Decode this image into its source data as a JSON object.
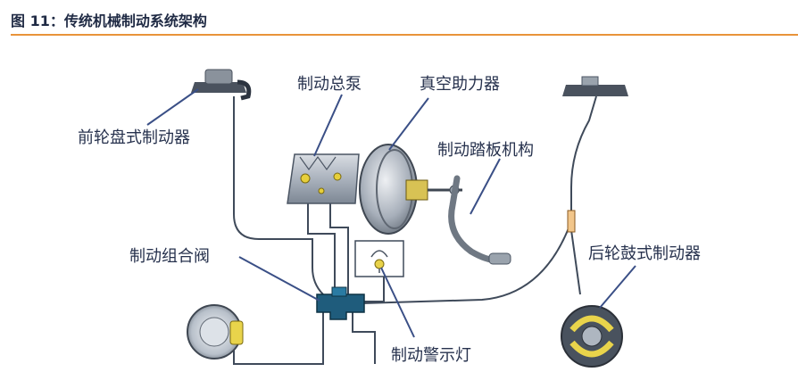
{
  "figure": {
    "title": "图 11：传统机械制动系统架构"
  },
  "colors": {
    "accent_rule": "#e8933a",
    "label_text": "#26314d",
    "leader_line": "#3a4f86",
    "pipe": "#3f4a5a"
  },
  "labels": {
    "front_disc_brake": "前轮盘式制动器",
    "master_cylinder": "制动总泵",
    "vacuum_booster": "真空助力器",
    "brake_pedal": "制动踏板机构",
    "combination_valve": "制动组合阀",
    "rear_drum_brake": "后轮鼓式制动器",
    "warning_light": "制动警示灯"
  }
}
